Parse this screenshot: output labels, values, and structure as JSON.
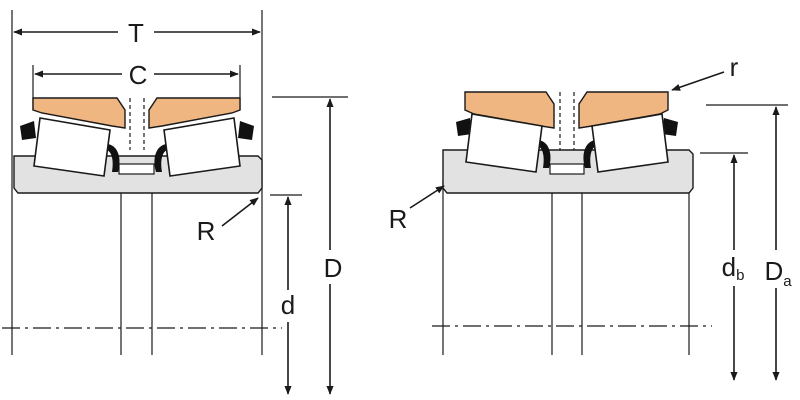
{
  "left_bearing": {
    "labels": {
      "T": "T",
      "C": "C",
      "R": "R",
      "D": "D",
      "d": "d"
    }
  },
  "right_bearing": {
    "labels": {
      "r": "r",
      "R": "R",
      "db_main": "d",
      "db_sub": "b",
      "Da_main": "D",
      "Da_sub": "a"
    }
  },
  "colors": {
    "cup": "#f0b681",
    "cone": "#e2e2e2",
    "line": "#1a1a1a"
  }
}
